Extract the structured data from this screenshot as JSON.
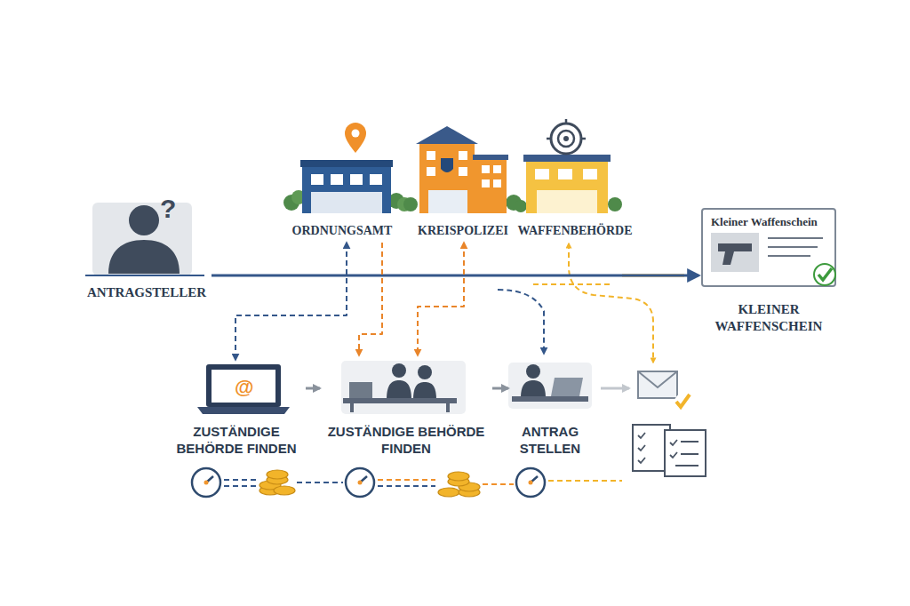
{
  "diagram": {
    "nodes": [
      {
        "text": [
          "ANTRAGSTELLER"
        ]
      },
      {
        "text": [
          "ORDNUNGSAMT"
        ]
      },
      {
        "text": [
          "KREISPOLIZEI"
        ]
      },
      {
        "text": [
          "WAFFENBEHÖRDE"
        ]
      },
      {
        "text": [
          "Kleiner Waffenschein",
          "KLEINER WAFFENSCHEIN"
        ]
      },
      {
        "text": [
          "ZUSTÄNDIGE BEHÖRDE FINDEN"
        ]
      },
      {
        "text": [
          "ZUSTÄNDIGE BEHÖRDE FINDEN"
        ]
      },
      {
        "text": [
          "ANTRAG STELLEN"
        ]
      }
    ],
    "edges": [
      {
        "from": 0,
        "to": 4,
        "arrow": "to"
      },
      {
        "from": 1,
        "to": 5,
        "arrow": "both"
      },
      {
        "from": 2,
        "to": 6,
        "arrow": "both"
      },
      {
        "from": 1,
        "to": 6,
        "arrow": "to"
      },
      {
        "from": 5,
        "to": 6,
        "arrow": "to"
      },
      {
        "from": 6,
        "to": 7,
        "arrow": "to"
      }
    ],
    "labels": [
      "?",
      "@"
    ]
  }
}
